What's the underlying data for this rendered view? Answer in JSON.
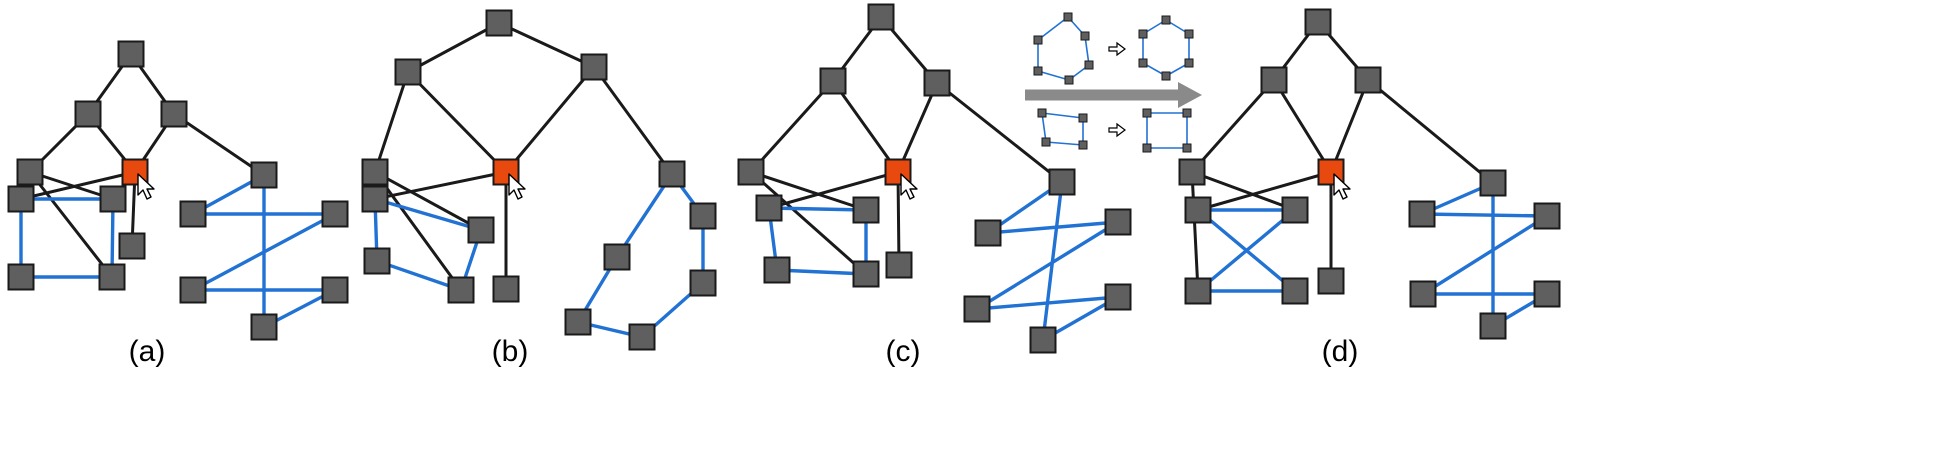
{
  "figure": {
    "panels": [
      {
        "id": "a",
        "label": "(a)"
      },
      {
        "id": "b",
        "label": "(b)"
      },
      {
        "id": "c",
        "label": "(c)"
      },
      {
        "id": "d",
        "label": "(d)"
      }
    ],
    "colors": {
      "node_fill": "#5f5f5f",
      "node_stroke": "#1a1a1a",
      "selected_node_fill": "#e8490f",
      "tree_edge": "#1a1a1a",
      "cycle_edge": "#2272d4",
      "arrow": "#8a8a8a",
      "cursor": "#ffffff"
    },
    "icons": [
      "cursor-arrow-icon",
      "hollow-right-arrow-icon",
      "gray-right-arrow-icon"
    ]
  }
}
